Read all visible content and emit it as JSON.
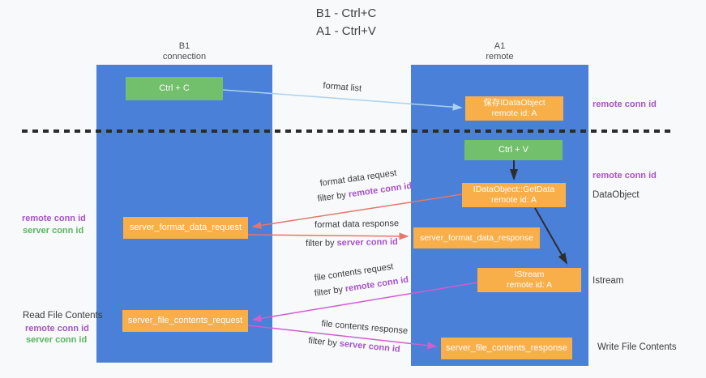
{
  "title": {
    "line1": "B1 - Ctrl+C",
    "line2": "A1 - Ctrl+V"
  },
  "lanes": {
    "left": {
      "name_line1": "B1",
      "name_line2": "connection"
    },
    "right": {
      "name_line1": "A1",
      "name_line2": "remote"
    }
  },
  "nodes": {
    "ctrl_c": {
      "label": "Ctrl + C"
    },
    "save_idataobject": {
      "line1": "保存IDataObject",
      "line2": "remote id: A"
    },
    "ctrl_v": {
      "label": "Ctrl + V"
    },
    "getdata": {
      "line1": "IDataObject::GetData",
      "line2": "remote id: A"
    },
    "server_format_data_request": {
      "label": "server_format_data_request"
    },
    "server_format_data_response": {
      "label": "server_format_data_response"
    },
    "istream": {
      "line1": "IStream",
      "line2": "remote id: A"
    },
    "server_file_contents_request": {
      "label": "server_file_contents_request"
    },
    "server_file_contents_response": {
      "label": "server_file_contents_response"
    }
  },
  "edge_labels": {
    "format_list": "format list",
    "format_data_request": "format data request",
    "format_data_response": "format data response",
    "file_contents_request": "file contents request",
    "file_contents_response": "file contents response",
    "filter_by": "filter by ",
    "remote_conn_id": "remote conn id",
    "server_conn_id": "server conn id"
  },
  "annotations": {
    "left": {
      "remote_conn_id_1": "remote conn id",
      "server_conn_id_1": "server conn id",
      "read_file_contents": "Read File Contents",
      "remote_conn_id_2": "remote conn id",
      "server_conn_id_2": "server conn id"
    },
    "right": {
      "remote_conn_id_1": "remote conn id",
      "remote_conn_id_2": "remote conn id",
      "dataobject": "DataObject",
      "istream": "Istream",
      "write_file_contents": "Write File Contents"
    }
  },
  "colors": {
    "lane_blue": "#4a80d7",
    "node_green": "#72bf6c",
    "node_orange": "#f8ae49",
    "arrow_red": "#e4766b",
    "arrow_magenta": "#cf5ecf",
    "arrow_lightblue": "#a9d2ee",
    "arrow_black": "#2d2d2d",
    "text_purple": "#a653c8",
    "text_green": "#59b55f"
  }
}
